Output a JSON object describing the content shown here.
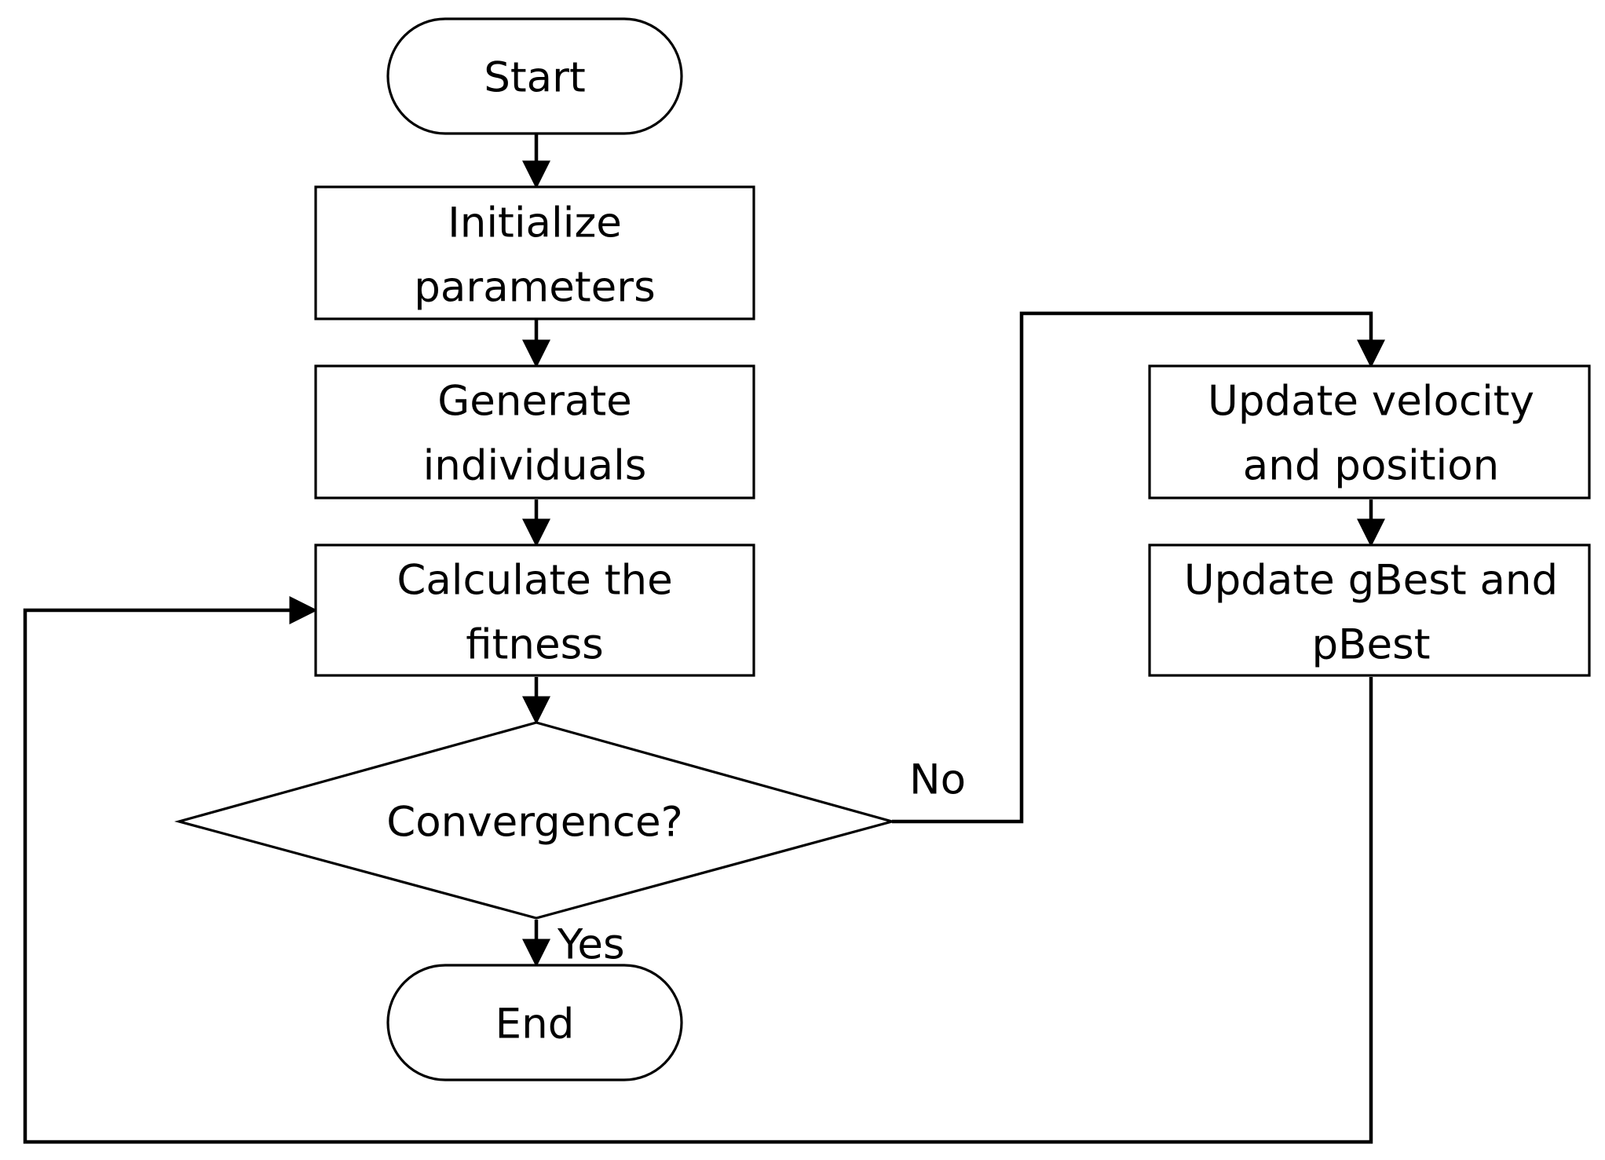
{
  "nodes": {
    "start": {
      "label": "Start"
    },
    "init": {
      "line1": "Initialize",
      "line2": "parameters"
    },
    "generate": {
      "line1": "Generate",
      "line2": "individuals"
    },
    "fitness": {
      "line1": "Calculate the",
      "line2": "fitness"
    },
    "decision": {
      "label": "Convergence?"
    },
    "end": {
      "label": "End"
    },
    "update_vp": {
      "line1": "Update velocity",
      "line2": "and position"
    },
    "update_best": {
      "line1": "Update gBest and",
      "line2": "pBest"
    }
  },
  "edge_labels": {
    "no": "No",
    "yes": "Yes"
  },
  "colors": {
    "stroke": "#000000",
    "fill": "#ffffff",
    "text": "#000000"
  }
}
